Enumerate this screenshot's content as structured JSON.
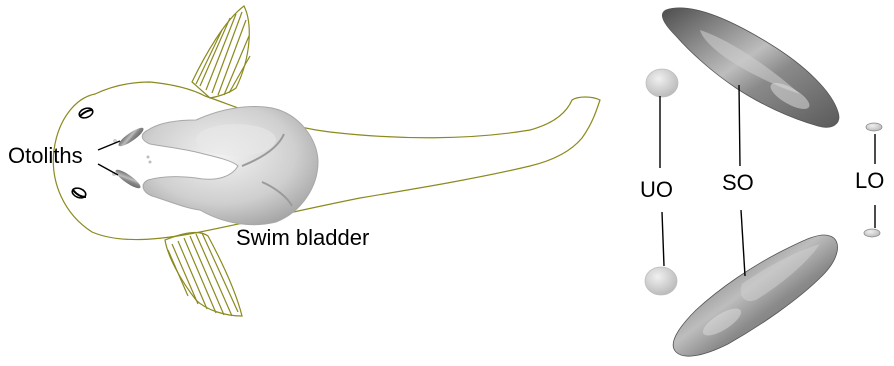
{
  "labels": {
    "otoliths": "Otoliths",
    "swim_bladder": "Swim bladder",
    "uo": "UO",
    "so": "SO",
    "lo": "LO"
  },
  "colors": {
    "outline": "#8b8a1f",
    "bladder": "#c8c8c8",
    "otolith_dark": "#6e6e6e",
    "otolith_light": "#d4d4d4",
    "leader": "#000000"
  }
}
